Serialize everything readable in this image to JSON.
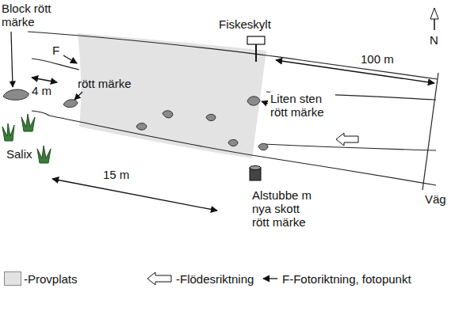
{
  "diagram": {
    "labels": [
      "Block rött märke",
      "F",
      "4 m",
      "rött märke",
      "Fiskeskylt",
      "100 m",
      "N",
      "Liten sten rött märke",
      "Salix",
      "15 m",
      "Alstubbe m nya skott rött märke",
      "Väg"
    ],
    "legend": [
      {
        "text": "-Provplats",
        "color": "#e3e3e3"
      },
      {
        "text": "-Flödesriktning"
      },
      {
        "text": "F-Fotoriktning, fotopunkt"
      }
    ]
  }
}
